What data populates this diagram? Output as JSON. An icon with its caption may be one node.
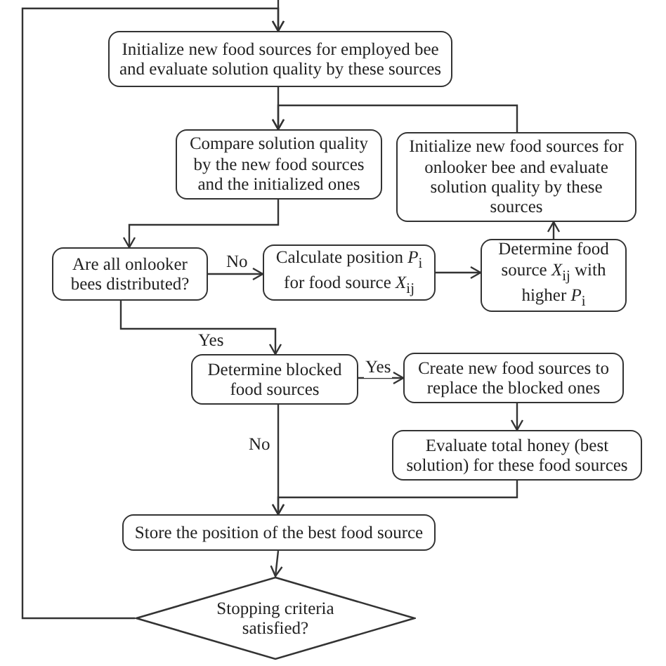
{
  "diagram": {
    "nodes": [
      {
        "text": [
          "Initialize new food sources for employed bee and evaluate solution quality by these sources"
        ]
      },
      {
        "text": [
          "Compare solution quality by the new food sources and the initialized ones"
        ]
      },
      {
        "text": [
          "Initialize new food sources for onlooker bee and evaluate solution quality by these sources"
        ]
      },
      {
        "text": [
          "Are all onlooker bees distributed?"
        ]
      },
      {
        "text": [
          "Calculate position *P*$_{i}$ for food source *X*$_{ij}$"
        ]
      },
      {
        "text": [
          "Determine food source *X*$_{ij}$ with higher *P*$_{i}$"
        ]
      },
      {
        "text": [
          "Determine blocked food sources"
        ]
      },
      {
        "text": [
          "Create new food sources to replace the blocked ones"
        ]
      },
      {
        "text": [
          "Evaluate total honey (best solution) for these food sources"
        ]
      },
      {
        "text": [
          "Store the position of the best food source"
        ]
      },
      {
        "text": [
          "Stopping criteria satisfied?"
        ]
      }
    ],
    "edges": [
      {
        "from": null,
        "to": 0,
        "arrow": "to"
      },
      {
        "from": 0,
        "to": 1,
        "arrow": "to"
      },
      {
        "from": 2,
        "to": 1,
        "arrow": "to"
      },
      {
        "from": 1,
        "to": 3,
        "arrow": "to"
      },
      {
        "from": 3,
        "to": 4,
        "arrow": "to",
        "label": "No"
      },
      {
        "from": 4,
        "to": 5,
        "arrow": "to"
      },
      {
        "from": 5,
        "to": 2,
        "arrow": "to"
      },
      {
        "from": 3,
        "to": 6,
        "arrow": "to",
        "label": "Yes"
      },
      {
        "from": 6,
        "to": 7,
        "arrow": "to",
        "label": "Yes"
      },
      {
        "from": 6,
        "to": 9,
        "arrow": "to",
        "label": "No"
      },
      {
        "from": 7,
        "to": 8,
        "arrow": "to"
      },
      {
        "from": 8,
        "to": 9,
        "arrow": "to"
      },
      {
        "from": 9,
        "to": 10,
        "arrow": "to"
      },
      {
        "from": 10,
        "to": 0,
        "arrow": "to"
      }
    ]
  }
}
